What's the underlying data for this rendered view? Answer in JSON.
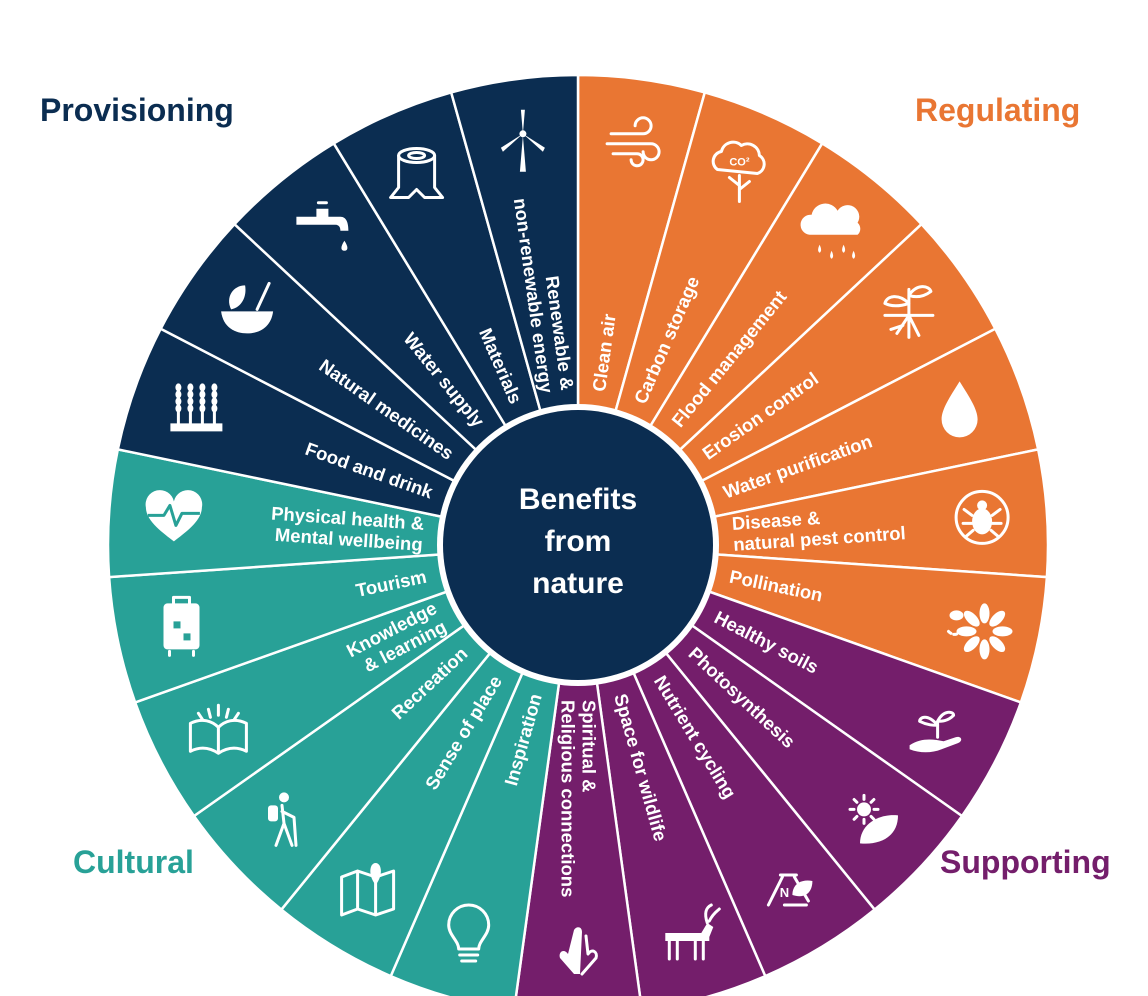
{
  "title": {
    "line1": "Benefits",
    "line2": "from",
    "line3": "nature"
  },
  "colors": {
    "provisioning": "#0B2D51",
    "regulating": "#E97633",
    "supporting": "#741E6B",
    "cultural": "#28A197",
    "center": "#0B2D51",
    "divider": "#ffffff"
  },
  "categories": [
    {
      "key": "provisioning",
      "label": "Provisioning"
    },
    {
      "key": "regulating",
      "label": "Regulating"
    },
    {
      "key": "supporting",
      "label": "Supporting"
    },
    {
      "key": "cultural",
      "label": "Cultural"
    }
  ],
  "segments": [
    {
      "id": "clean-air",
      "category": "regulating",
      "lines": [
        "Clean air"
      ],
      "icon": "wind-icon"
    },
    {
      "id": "carbon-storage",
      "category": "regulating",
      "lines": [
        "Carbon storage"
      ],
      "icon": "co2-tree-icon"
    },
    {
      "id": "flood-management",
      "category": "regulating",
      "lines": [
        "Flood management"
      ],
      "icon": "rain-cloud-icon"
    },
    {
      "id": "erosion-control",
      "category": "regulating",
      "lines": [
        "Erosion control"
      ],
      "icon": "plant-roots-icon"
    },
    {
      "id": "water-purification",
      "category": "regulating",
      "lines": [
        "Water purification"
      ],
      "icon": "water-drop-icon"
    },
    {
      "id": "disease-pest-control",
      "category": "regulating",
      "lines": [
        "Disease &",
        "natural pest control"
      ],
      "icon": "beetle-icon"
    },
    {
      "id": "pollination",
      "category": "regulating",
      "lines": [
        "Pollination"
      ],
      "icon": "bee-flower-icon"
    },
    {
      "id": "healthy-soils",
      "category": "supporting",
      "lines": [
        "Healthy soils"
      ],
      "icon": "hand-seedling-icon"
    },
    {
      "id": "photosynthesis",
      "category": "supporting",
      "lines": [
        "Photosynthesis"
      ],
      "icon": "sun-leaf-icon"
    },
    {
      "id": "nutrient-cycling",
      "category": "supporting",
      "lines": [
        "Nutrient cycling"
      ],
      "icon": "recycle-leaf-icon"
    },
    {
      "id": "space-for-wildlife",
      "category": "supporting",
      "lines": [
        "Space for wildlife"
      ],
      "icon": "deer-icon"
    },
    {
      "id": "spiritual-religious",
      "category": "supporting",
      "lines": [
        "Spiritual &",
        "Religious connections"
      ],
      "icon": "praying-hands-icon"
    },
    {
      "id": "inspiration",
      "category": "cultural",
      "lines": [
        "Inspiration"
      ],
      "icon": "lightbulb-icon"
    },
    {
      "id": "sense-of-place",
      "category": "cultural",
      "lines": [
        "Sense of place"
      ],
      "icon": "map-pin-icon"
    },
    {
      "id": "recreation",
      "category": "cultural",
      "lines": [
        "Recreation"
      ],
      "icon": "hiker-icon"
    },
    {
      "id": "knowledge-learning",
      "category": "cultural",
      "lines": [
        "Knowledge",
        "& learning"
      ],
      "icon": "open-book-icon"
    },
    {
      "id": "tourism",
      "category": "cultural",
      "lines": [
        "Tourism"
      ],
      "icon": "suitcase-icon"
    },
    {
      "id": "health-wellbeing",
      "category": "cultural",
      "lines": [
        "Physical health &",
        "Mental wellbeing"
      ],
      "icon": "heart-pulse-icon"
    },
    {
      "id": "food-drink",
      "category": "provisioning",
      "lines": [
        "Food and drink"
      ],
      "icon": "wheat-icon"
    },
    {
      "id": "natural-medicines",
      "category": "provisioning",
      "lines": [
        "Natural medicines"
      ],
      "icon": "mortar-pestle-icon"
    },
    {
      "id": "water-supply",
      "category": "provisioning",
      "lines": [
        "Water supply"
      ],
      "icon": "tap-icon"
    },
    {
      "id": "materials",
      "category": "provisioning",
      "lines": [
        "Materials"
      ],
      "icon": "tree-stump-icon"
    },
    {
      "id": "renewable-energy",
      "category": "provisioning",
      "lines": [
        "Renewable &",
        "non-renewable energy"
      ],
      "icon": "wind-turbine-icon"
    }
  ],
  "icon_text": {
    "co2": "CO²",
    "nitrogen": "N"
  }
}
